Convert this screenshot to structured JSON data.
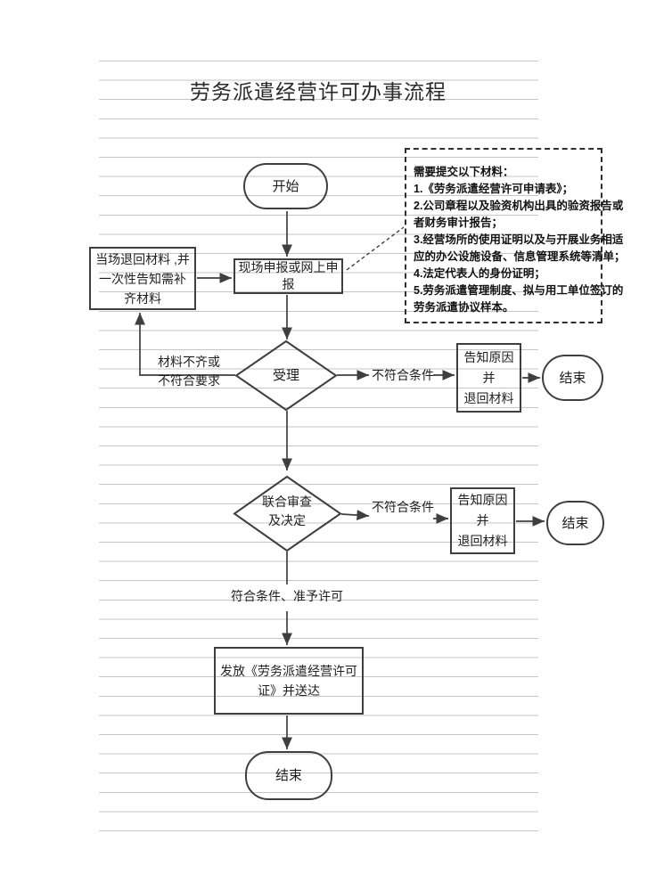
{
  "page": {
    "title": "劳务派遣经营许可办事流程"
  },
  "colors": {
    "shape_border": "#3f3f3f",
    "ruled_line": "#c6c6c6",
    "text": "#1f1f1f",
    "background": "#ffffff"
  },
  "flowchart": {
    "nodes": {
      "start": {
        "label": "开始"
      },
      "apply": {
        "lines": [
          "现场申报或网上申",
          "报"
        ]
      },
      "return_materials": {
        "lines": [
          "当场退回材料 ,并",
          "一次性告知需补",
          "齐材料"
        ]
      },
      "accept": {
        "label": "受理"
      },
      "notify1": {
        "lines": [
          "告知原因并",
          "退回材料"
        ]
      },
      "end1": {
        "label": "结束"
      },
      "review": {
        "lines": [
          "联合审查",
          "及决定"
        ]
      },
      "notify2": {
        "lines": [
          "告知原因并",
          "退回材料"
        ]
      },
      "end2": {
        "label": "结束"
      },
      "issue": {
        "lines": [
          "发放《劳务派遣经营许可",
          "证》并送达"
        ]
      },
      "end3": {
        "label": "结束"
      }
    },
    "edge_labels": {
      "incomplete": {
        "lines": [
          "材料不齐或",
          "不符合要求"
        ]
      },
      "not_qualified1": "不符合条件",
      "not_qualified2": "不符合条件",
      "qualified": "符合条件、准予许可"
    },
    "materials_note": {
      "lines": [
        "需要提交以下材料：",
        "1.《劳务派遣经营许可申请表》；",
        "2.公司章程以及验资机构出具的验资报告或",
        "者财务审计报告；",
        "3.经营场所的使用证明以及与开展业务相适",
        "应的办公设施设备、信息管理系统等清单；",
        "4.法定代表人的身份证明；",
        "5.劳务派遣管理制度、拟与用工单位签订的",
        "劳务派遣协议样本。"
      ]
    }
  }
}
